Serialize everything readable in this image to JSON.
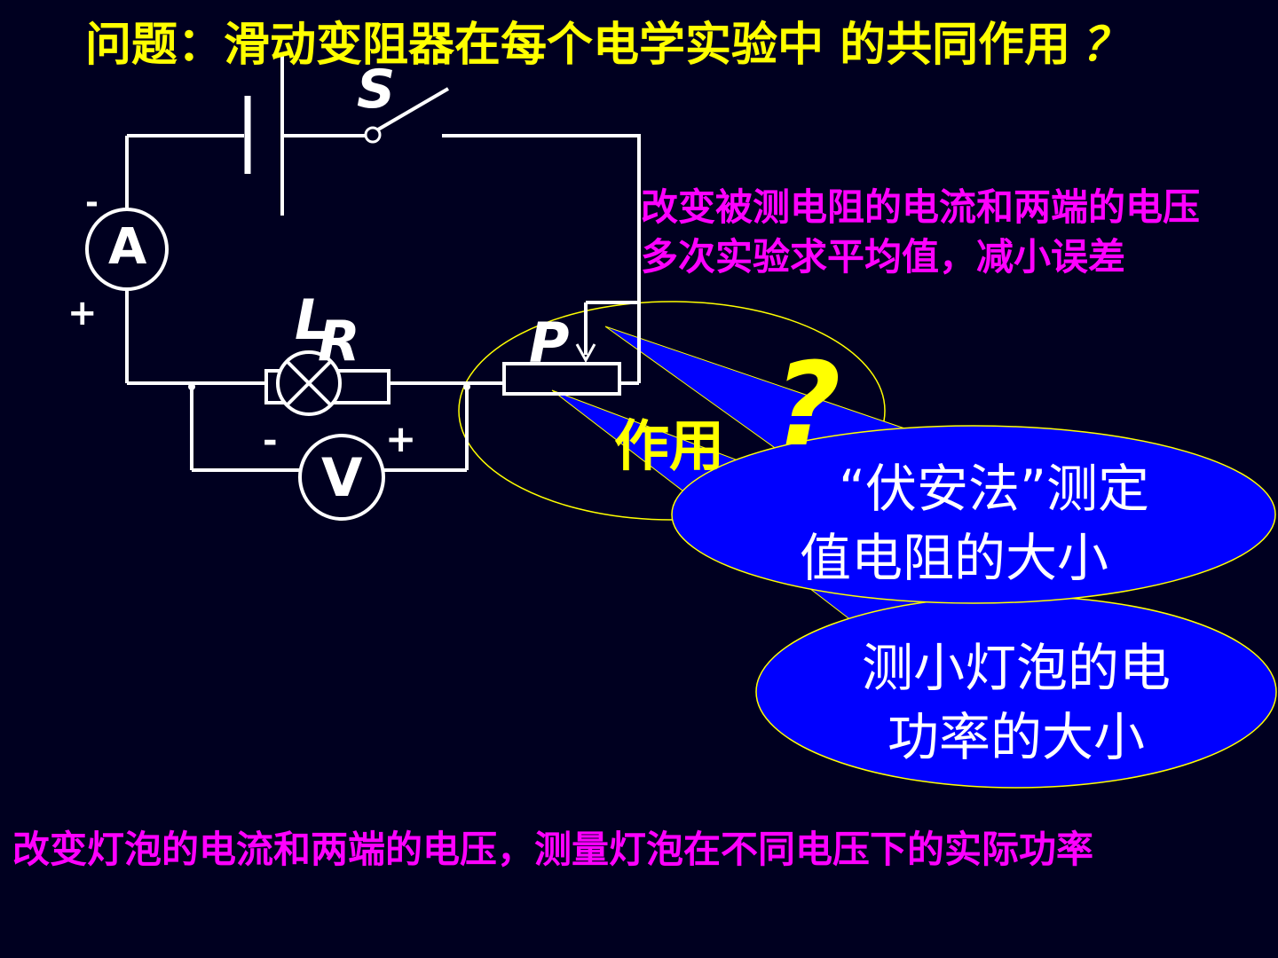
{
  "title": {
    "text": "问题：滑动变阻器在每个电学实验中 的共同作用",
    "qmark": "？"
  },
  "circuit": {
    "switch_label": "S",
    "ammeter_label": "A",
    "voltmeter_label": "V",
    "lamp_label": "L",
    "resistor_label": "R",
    "slider_label": "P",
    "ammeter_minus": "-",
    "ammeter_plus": "+",
    "voltmeter_minus": "-",
    "voltmeter_plus": "+"
  },
  "callout": {
    "label": "作用",
    "question": "?"
  },
  "bubbles": [
    {
      "line1": "“伏安法”测定",
      "line2": "值电阻的大小"
    },
    {
      "line1": "测小灯泡的电",
      "line2": "功率的大小"
    }
  ],
  "notes": {
    "resistor_line1": "改变被测电阻的电流和两端的电压",
    "resistor_line2": "多次实验求平均值，减小误差",
    "lamp": "改变灯泡的电流和两端的电压，测量灯泡在不同电压下的实际功率"
  },
  "colors": {
    "background": "#000020",
    "title": "#ffff00",
    "notes": "#ff00ff",
    "bubble": "#0000ff",
    "wire": "#ffffff"
  }
}
